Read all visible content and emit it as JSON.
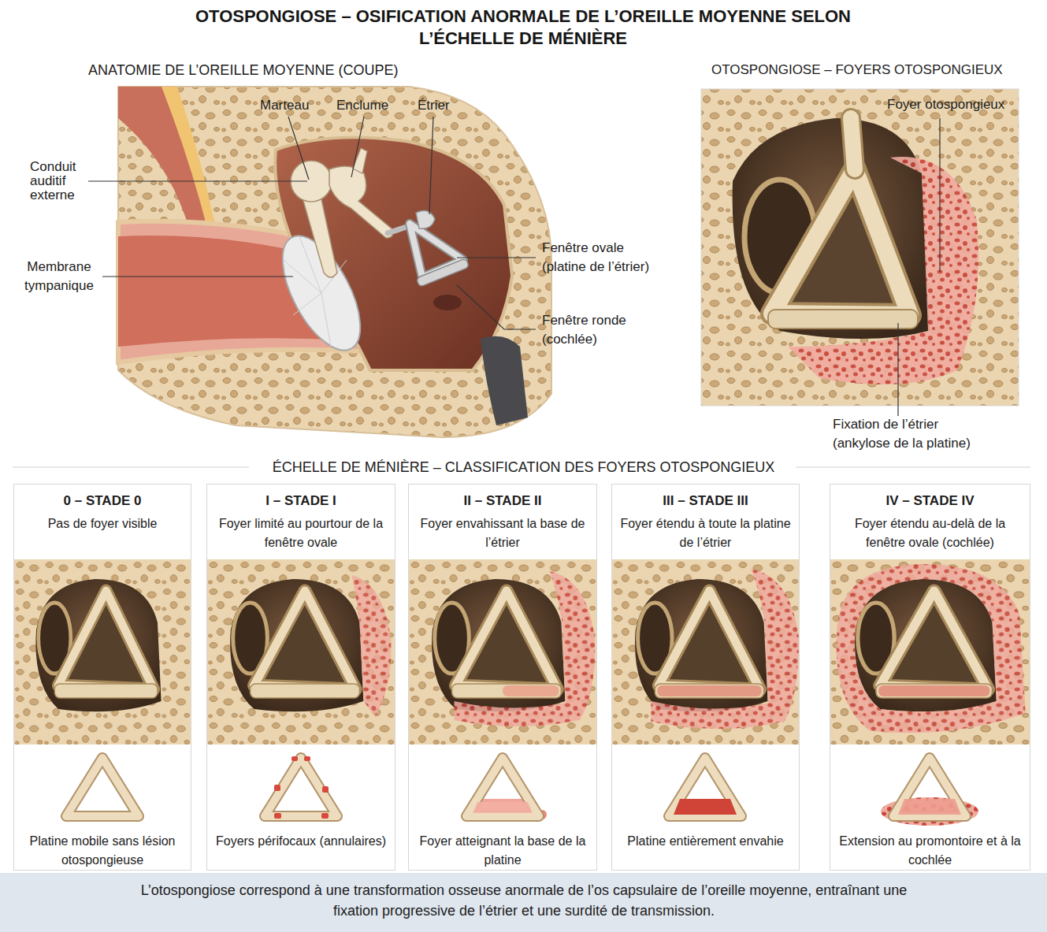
{
  "diagram": {
    "title": "OTOSPONGIOSE – OSIFICATION ANORMALE DE L’OREILLE MOYENNE SELON L’ÉCHELLE DE MÉNIÈRE",
    "caption": "L’otospongiose correspond à une transformation osseuse anormale de l’os capsulaire de l’oreille moyenne, entraînant une fixation progressive de l’étrier et une surdité de transmission.",
    "nodes": [
      {
        "text": [
          "0 – STADE 0",
          "Pas de foyer visible",
          "Platine mobile sans lésion otospongieuse"
        ]
      },
      {
        "text": [
          "I – STADE I",
          "Foyer limité au pourtour de la fenêtre ovale",
          "Foyers périfocaux (annulaires)"
        ]
      },
      {
        "text": [
          "II – STADE II",
          "Foyer envahissant la base de l’étrier",
          "Foyer atteignant la base de la platine"
        ]
      },
      {
        "text": [
          "III – STADE III",
          "Foyer étendu à toute la platine de l’étrier",
          "Platine entièrement envahie"
        ]
      },
      {
        "text": [
          "IV – STADE IV",
          "Foyer étendu au-delà de la fenêtre ovale (cochlée)",
          "Extension au promontoire et à la cochlée"
        ]
      }
    ],
    "labels": [
      "ANATOMIE DE L’OREILLE MOYENNE (COUPE)",
      "Marteau",
      "Enclume",
      "Étrier",
      "Conduit auditif externe",
      "Membrane tympanique",
      "Fenêtre ovale (platine de l’étrier)",
      "Fenêtre ronde (cochlée)",
      "OTOSPONGIOSE – FOYERS OTOSPONGIEUX",
      "Foyer otospongieux",
      "Fixation de l’étrier (ankylose de la platine)",
      "ÉCHELLE DE MÉNIÈRE – CLASSIFICATION DES FOYERS OTOSPONGIEUX"
    ]
  }
}
